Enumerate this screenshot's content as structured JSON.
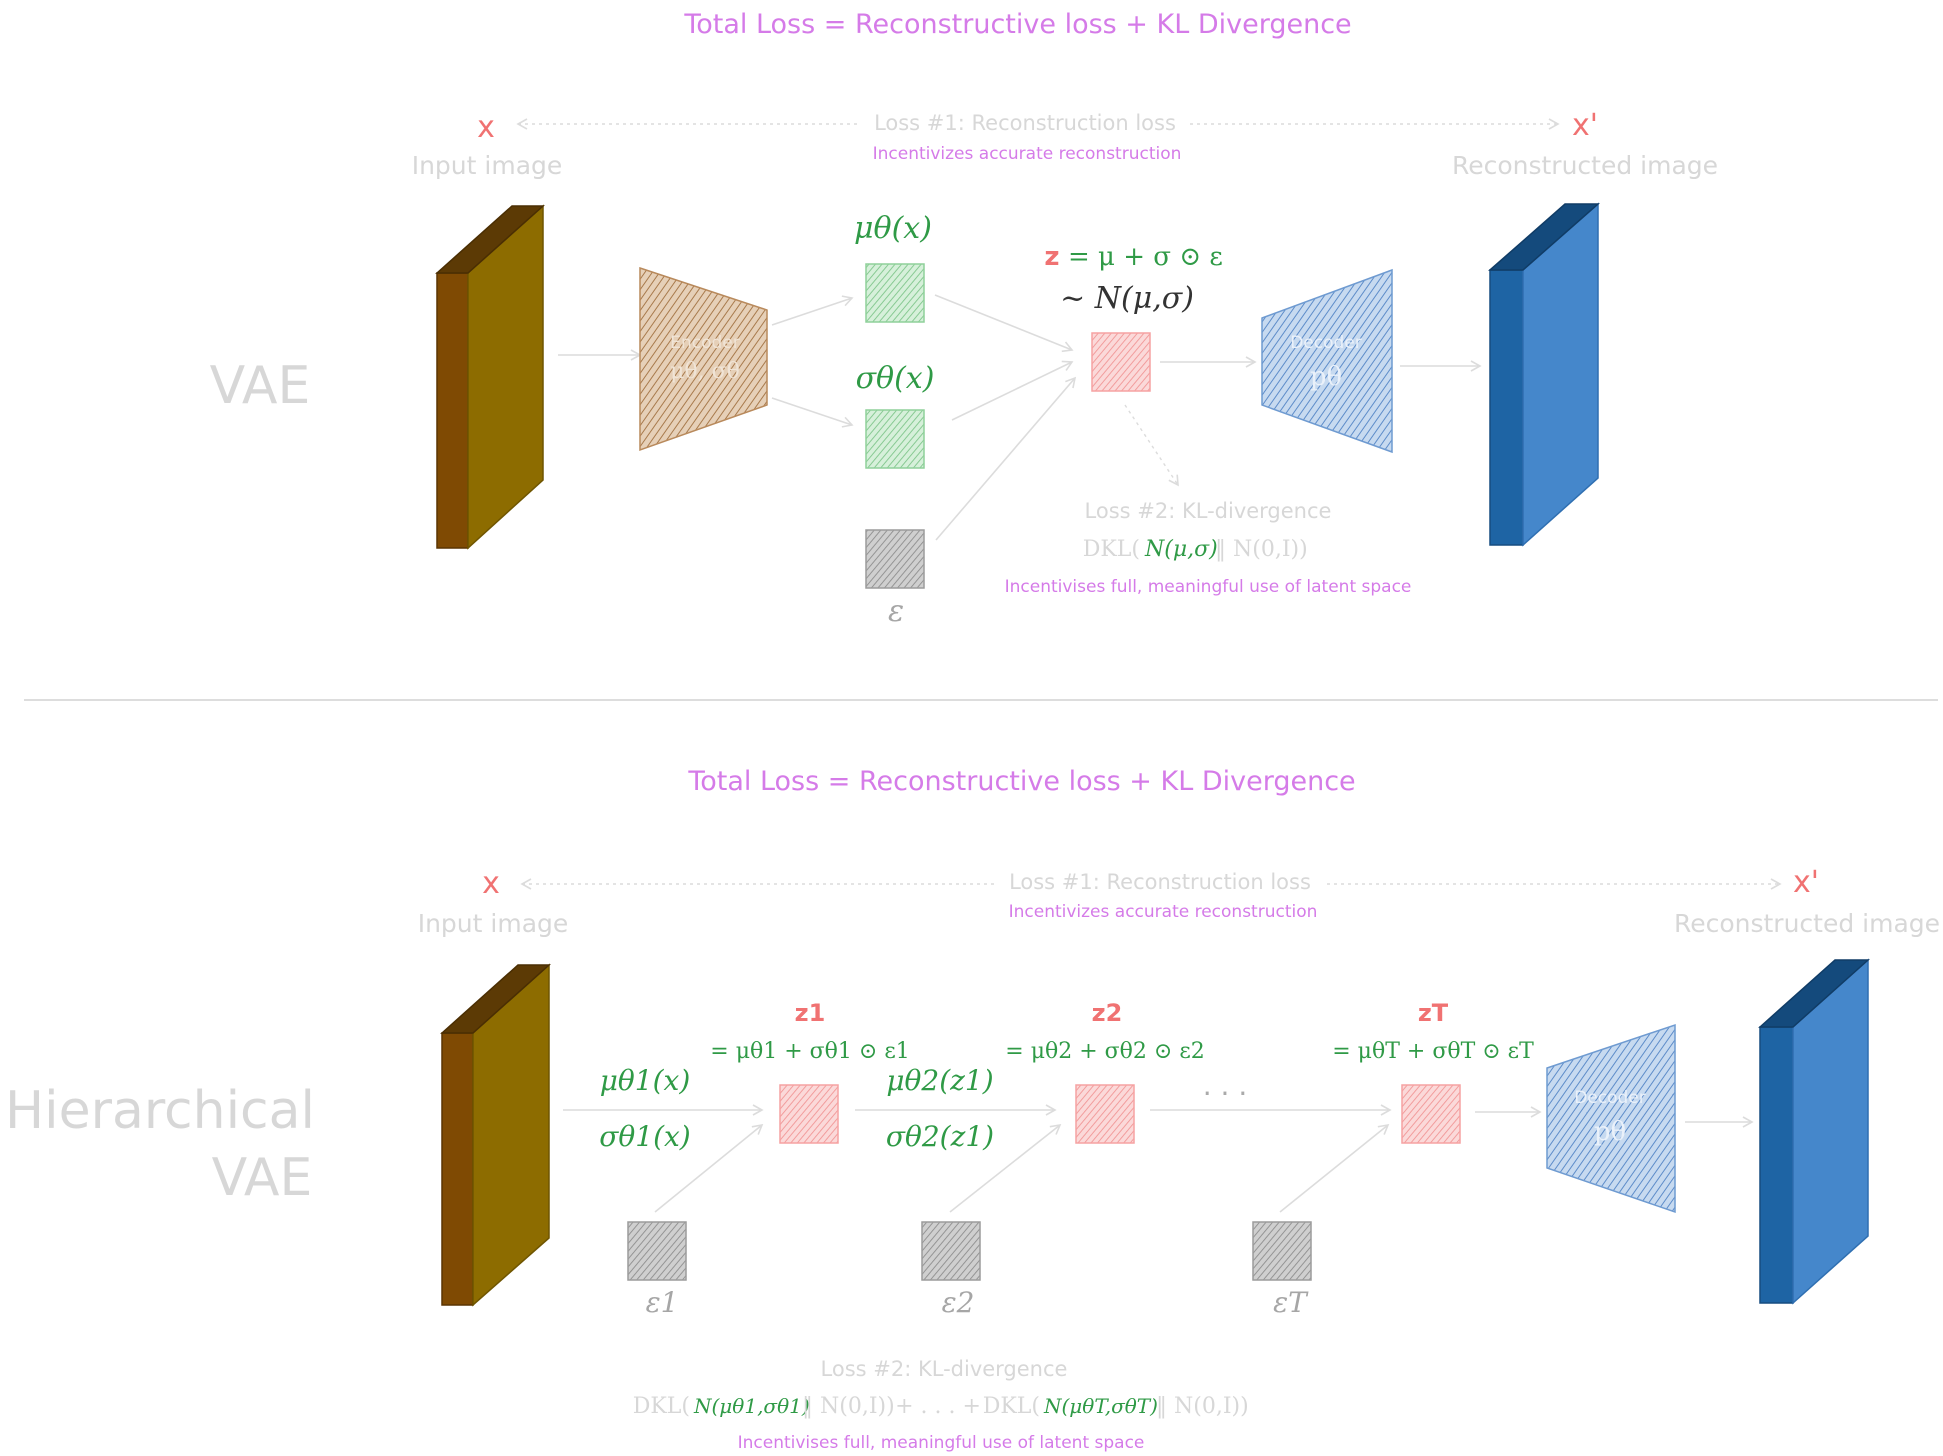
{
  "vae": {
    "section_label": "VAE",
    "total_loss": "Total Loss = Reconstructive loss + KL Divergence",
    "input_symbol": "x",
    "output_symbol": "x'",
    "input_label": "Input image",
    "output_label": "Reconstructed image",
    "loss1_label": "Loss #1: Reconstruction loss",
    "loss1_note": "Incentivizes accurate reconstruction",
    "encoder_label": "Encoder",
    "encoder_params": "μθ, σθ",
    "decoder_label": "Decoder",
    "decoder_param": "pθ",
    "mu_label": "μθ(x)",
    "sigma_label": "σθ(x)",
    "eps_label": "ε",
    "z_eq_z": "z",
    "z_eq_rest": "= μ + σ ⊙ ε",
    "z_dist": "~ N(μ,σ)",
    "loss2_label": "Loss #2: KL-divergence",
    "loss2_kl_prefix": "DKL(",
    "loss2_kl_term": "N(μ,σ)",
    "loss2_kl_suffix": "‖ N(0,I))",
    "loss2_note": "Incentivises full, meaningful use of latent space"
  },
  "hvae": {
    "section_label_1": "Hierarchical",
    "section_label_2": "VAE",
    "total_loss": "Total Loss = Reconstructive loss + KL Divergence",
    "input_symbol": "x",
    "output_symbol": "x'",
    "input_label": "Input image",
    "output_label": "Reconstructed image",
    "loss1_label": "Loss #1: Reconstruction loss",
    "loss1_note": "Incentivizes accurate reconstruction",
    "mu1_label": "μθ1(x)",
    "sigma1_label": "σθ1(x)",
    "mu2_label": "μθ2(z1)",
    "sigma2_label": "σθ2(z1)",
    "z1": "z1",
    "z2": "z2",
    "zT": "zT",
    "z1_eq": "= μθ1 + σθ1 ⊙ ε1",
    "z2_eq": "= μθ2 + σθ2 ⊙ ε2",
    "zT_eq": "= μθT + σθT ⊙ εT",
    "dots": ". . .",
    "eps1": "ε1",
    "eps2": "ε2",
    "epsT": "εT",
    "decoder_label": "Decoder",
    "decoder_param": "pθ",
    "loss2_label": "Loss #2: KL-divergence",
    "loss2_kl_a_prefix": "DKL(",
    "loss2_kl_a_term": "N(μθ1,σθ1)",
    "loss2_kl_a_suffix": "‖ N(0,I))",
    "loss2_kl_mid": "+ . . . +",
    "loss2_kl_b_prefix": "DKL(",
    "loss2_kl_b_term": "N(μθT,σθT)",
    "loss2_kl_b_suffix": "‖ N(0,I))",
    "loss2_note": "Incentivises full, meaningful use of latent space"
  },
  "colors": {
    "input_front": "#8d6c00",
    "input_side": "#7f4a03",
    "output_front": "#4587cb",
    "output_side": "#1e64a4",
    "encoder": "#b98a5c",
    "decoder": "#6f9bd1",
    "latent_green": "#8fd19a",
    "latent_red": "#f6a2a2",
    "noise_grey": "#9c9c9c",
    "accent_pink": "#d57be8",
    "equation_green": "#2f9a46",
    "z_red": "#f07272"
  }
}
